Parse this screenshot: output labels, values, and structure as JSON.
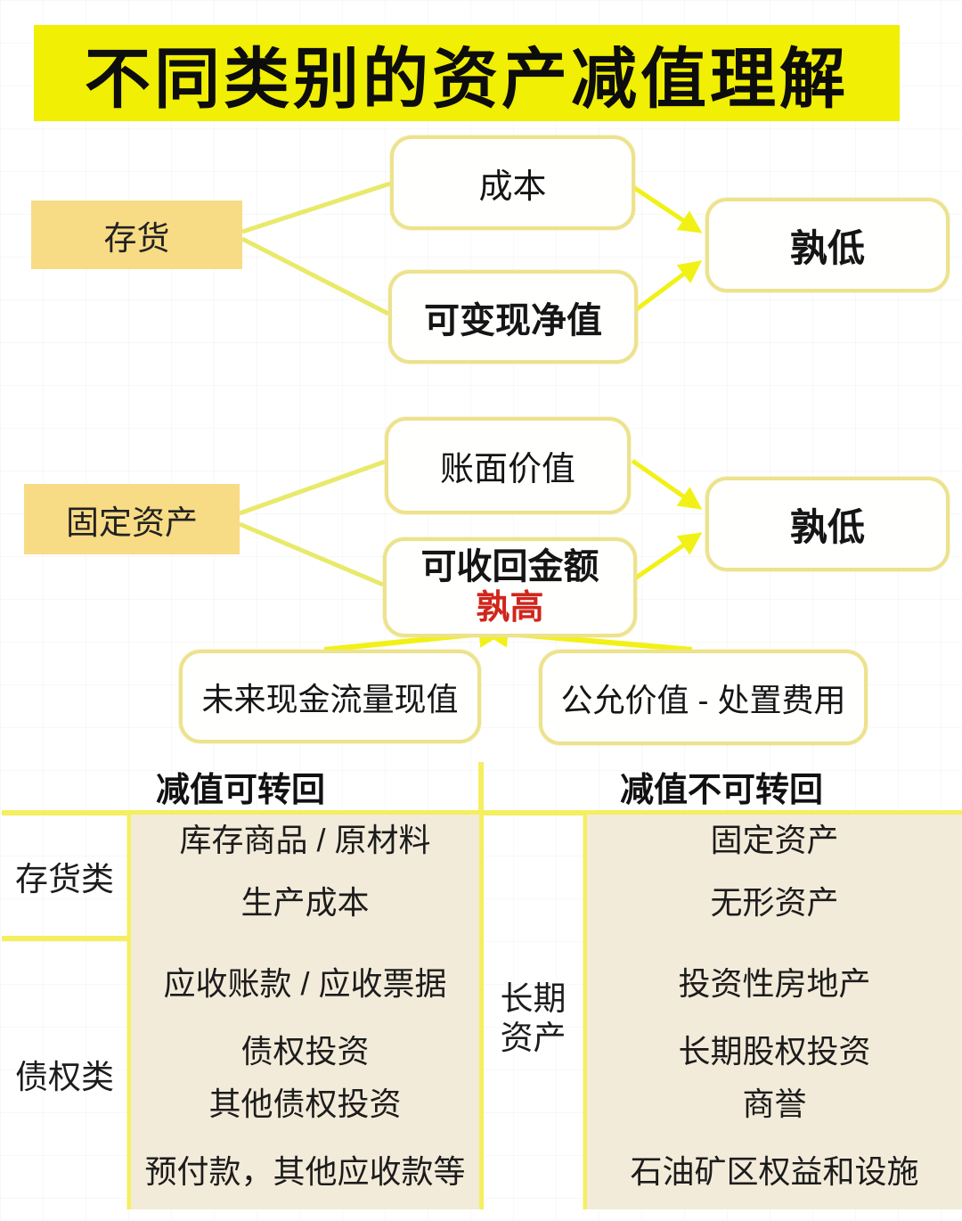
{
  "title": "不同类别的资产减值理解",
  "flow1": {
    "source": "存货",
    "option_top": "成本",
    "option_bottom": "可变现净值",
    "result": "孰低"
  },
  "flow2": {
    "source": "固定资产",
    "option_top": "账面价值",
    "option_bottom": "可收回金额",
    "option_bottom_sub": "孰高",
    "result": "孰低",
    "basis_left": "未来现金流量现值",
    "basis_right": "公允价值 - 处置费用"
  },
  "table": {
    "header_left": "减值可转回",
    "header_right": "减值不可转回",
    "group_inventory_label": "存货类",
    "group_debt_label": "债权类",
    "long_term_line1": "长期",
    "long_term_line2": "资产",
    "left_rows": [
      "库存商品 / 原材料",
      "生产成本",
      "应收账款 / 应收票据",
      "债权投资",
      "其他债权投资",
      "预付款，其他应收款等"
    ],
    "right_rows": [
      "固定资产",
      "无形资产",
      "投资性房地产",
      "长期股权投资",
      "商誉",
      "石油矿区权益和设施"
    ]
  },
  "colors": {
    "title_highlight": "#F0EF04",
    "gold_box_fill": "#F8DB85",
    "box_border": "#EDE28D",
    "connector_line": "#E9E96A",
    "arrow_line": "#F1F116",
    "table_line": "#F5EF60",
    "cell_fill": "#F3EBDA",
    "emphasis_red": "#D0261C"
  }
}
